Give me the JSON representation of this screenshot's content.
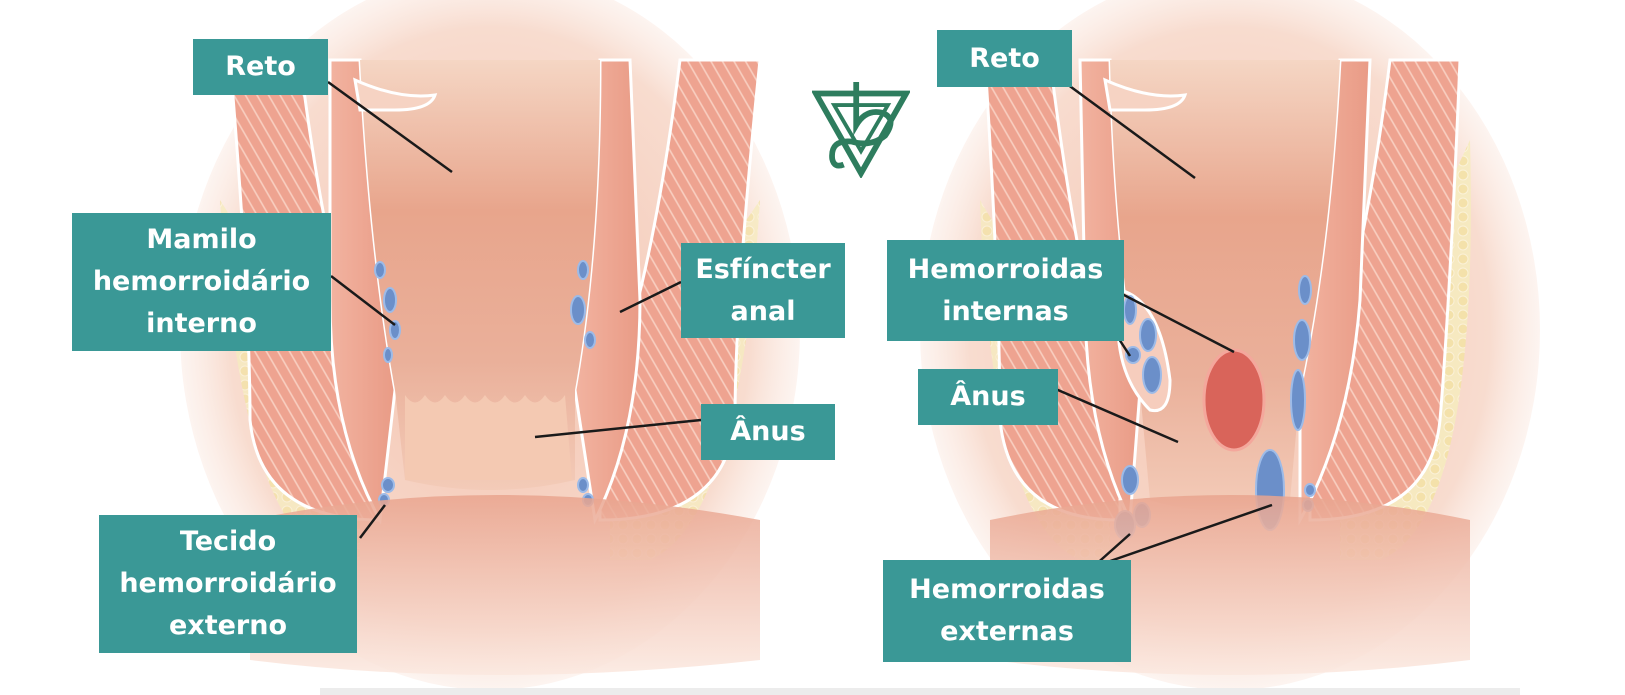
{
  "diagram": {
    "subject": "Anal canal anatomy: normal vs hemorrhoids",
    "accent_color": "#3a9896",
    "label_text_color": "#ffffff",
    "leader_line_color": "#1a1a1a",
    "logo": {
      "icon": "triangle-monogram-logo-icon",
      "color": "#2e7d5e"
    },
    "left_panel": {
      "title": "normal-anatomy",
      "labels": [
        {
          "id": "reto",
          "lines": [
            "Reto"
          ]
        },
        {
          "id": "mamilo",
          "lines": [
            "Mamilo",
            "hemorroidário",
            "interno"
          ]
        },
        {
          "id": "tecido",
          "lines": [
            "Tecido",
            "hemorroidário",
            "externo"
          ]
        },
        {
          "id": "esfincter",
          "lines": [
            "Esfíncter",
            "anal"
          ]
        },
        {
          "id": "anus",
          "lines": [
            "Ânus"
          ]
        }
      ]
    },
    "right_panel": {
      "title": "hemorrhoids-anatomy",
      "labels": [
        {
          "id": "reto",
          "lines": [
            "Reto"
          ]
        },
        {
          "id": "hem_internas",
          "lines": [
            "Hemorroidas",
            "internas"
          ]
        },
        {
          "id": "anus",
          "lines": [
            "Ânus"
          ]
        },
        {
          "id": "hem_externas",
          "lines": [
            "Hemorroidas",
            "externas"
          ]
        }
      ]
    }
  }
}
